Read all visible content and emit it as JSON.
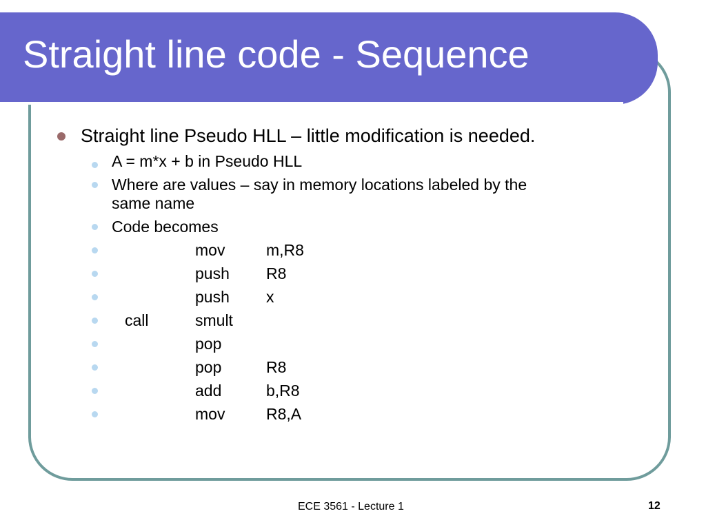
{
  "title": "Straight line code - Sequence",
  "bullets": {
    "level1": "Straight line Pseudo HLL – little modification is needed.",
    "item1": "A = m*x + b  in Pseudo HLL",
    "item2_line1": "Where are values – say in memory locations labeled by the",
    "item2_line2": "same name",
    "item3": "Code becomes",
    "code": [
      {
        "op": "mov",
        "arg": "m,R8"
      },
      {
        "op": "push",
        "arg": "R8"
      },
      {
        "op": "push",
        "arg": "x"
      },
      {
        "lead": "call",
        "op": "smult",
        "arg": ""
      },
      {
        "op": "pop",
        "arg": ""
      },
      {
        "op": "pop",
        "arg": "R8"
      },
      {
        "op": "add",
        "arg": "b,R8"
      },
      {
        "op": "mov",
        "arg": "R8,A"
      }
    ]
  },
  "footer": {
    "text": "ECE 3561 - Lecture 1",
    "page": "12"
  },
  "colors": {
    "title_bg": "#6666cc",
    "frame": "#6f9c9c",
    "level1_bullet": "#9a6a6a",
    "level2_bullet": "#b8d8f0"
  }
}
